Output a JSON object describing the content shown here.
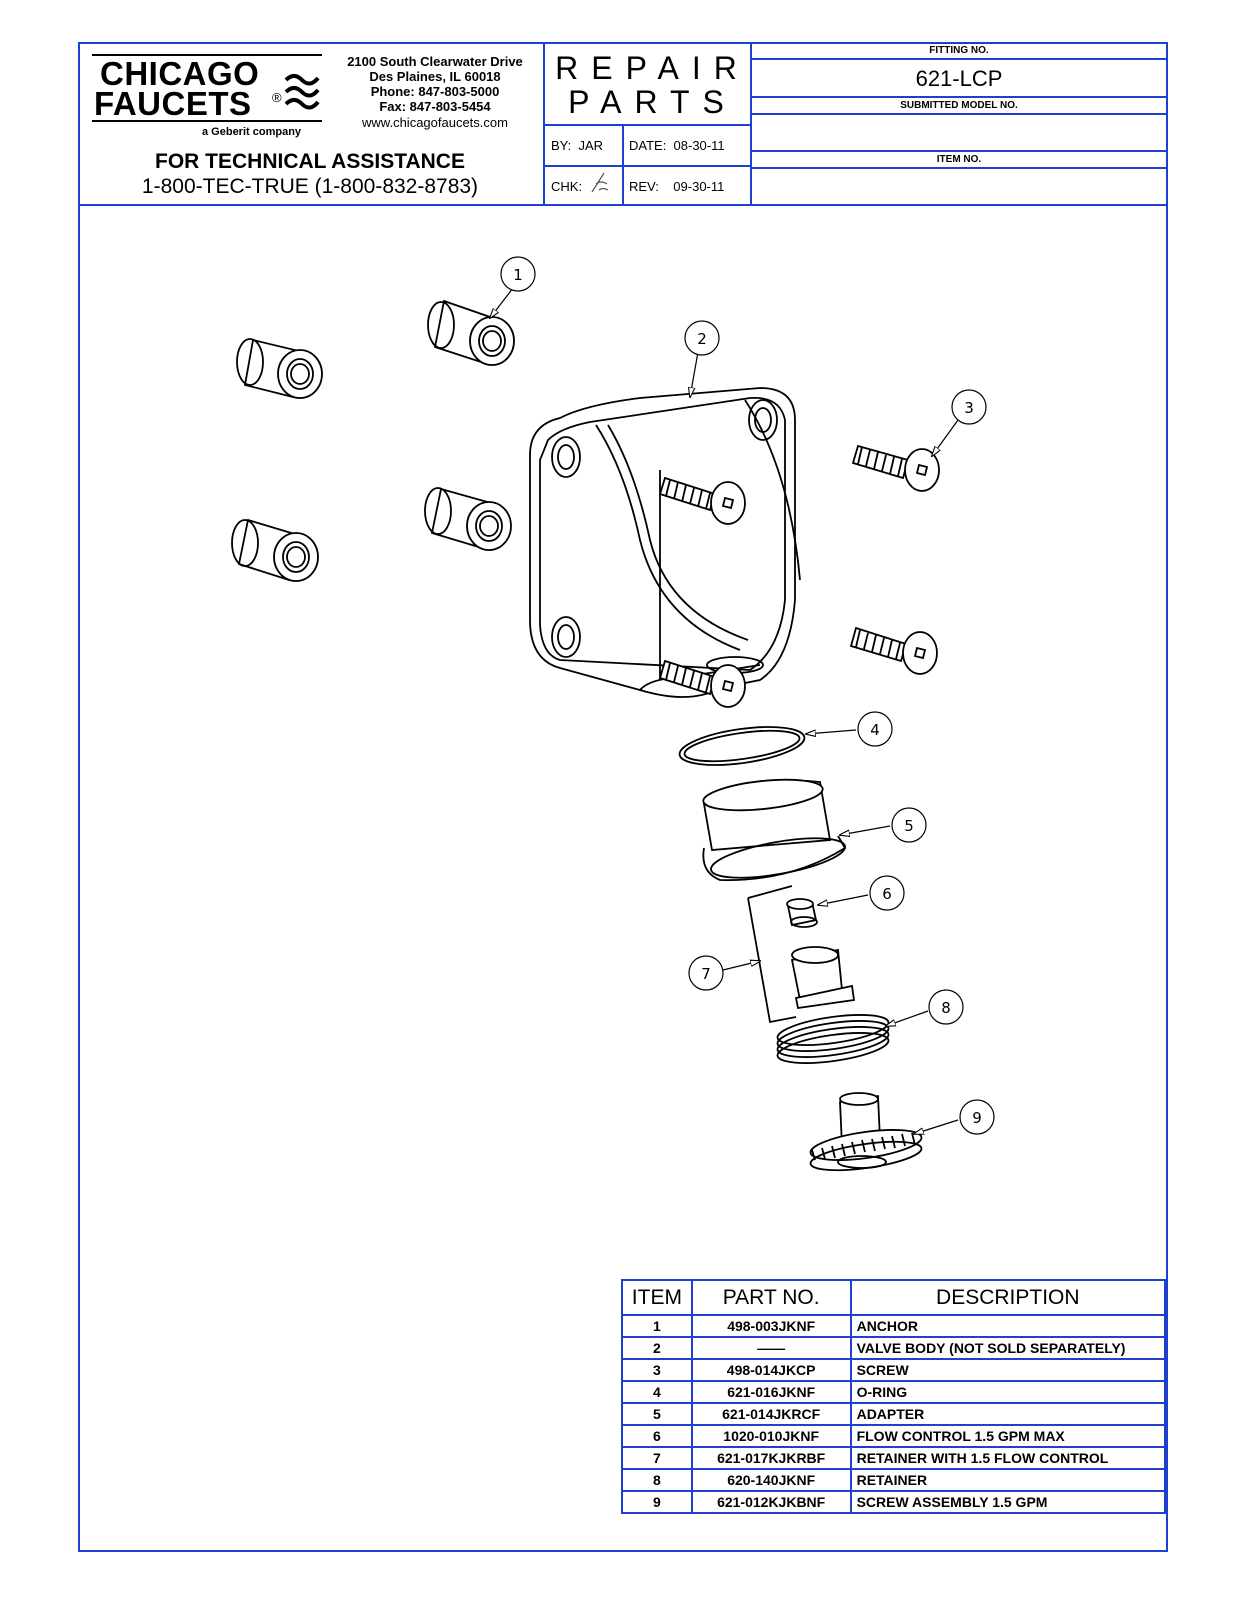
{
  "header": {
    "logo": {
      "line1": "CHICAGO",
      "line2": "FAUCETS",
      "registered": "®",
      "tagline": "a Geberit company"
    },
    "address": {
      "street": "2100 South Clearwater Drive",
      "city": "Des Plaines, IL 60018",
      "phone": "Phone: 847-803-5000",
      "fax": "Fax: 847-803-5454",
      "web": "www.chicagofaucets.com"
    },
    "assistance": {
      "title": "FOR TECHNICAL ASSISTANCE",
      "phone": "1-800-TEC-TRUE (1-800-832-8783)"
    },
    "title": {
      "line1": "REPAIR",
      "line2": "PARTS"
    },
    "by": "BY:  JAR",
    "date": "DATE:  08-30-11",
    "chk": "CHK:",
    "rev": "REV:    09-30-11",
    "fitting_label": "FITTING NO.",
    "fitting_no": "621-LCP",
    "model_label": "SUBMITTED MODEL NO.",
    "model_no": "",
    "item_label": "ITEM NO.",
    "item_no": ""
  },
  "callouts": [
    "1",
    "2",
    "3",
    "4",
    "5",
    "6",
    "7",
    "8",
    "9"
  ],
  "parts_table": {
    "headers": [
      "ITEM",
      "PART NO.",
      "DESCRIPTION"
    ],
    "rows": [
      {
        "item": "1",
        "part": "498-003JKNF",
        "desc": "ANCHOR"
      },
      {
        "item": "2",
        "part": "——",
        "desc": "VALVE BODY (NOT SOLD SEPARATELY)"
      },
      {
        "item": "3",
        "part": "498-014JKCP",
        "desc": "SCREW"
      },
      {
        "item": "4",
        "part": "621-016JKNF",
        "desc": "O-RING"
      },
      {
        "item": "5",
        "part": "621-014JKRCF",
        "desc": "ADAPTER"
      },
      {
        "item": "6",
        "part": "1020-010JKNF",
        "desc": "FLOW CONTROL 1.5 GPM MAX"
      },
      {
        "item": "7",
        "part": "621-017KJKRBF",
        "desc": "RETAINER WITH 1.5 FLOW CONTROL"
      },
      {
        "item": "8",
        "part": "620-140JKNF",
        "desc": "RETAINER"
      },
      {
        "item": "9",
        "part": "621-012KJKBNF",
        "desc": "SCREW ASSEMBLY 1.5 GPM"
      }
    ]
  }
}
